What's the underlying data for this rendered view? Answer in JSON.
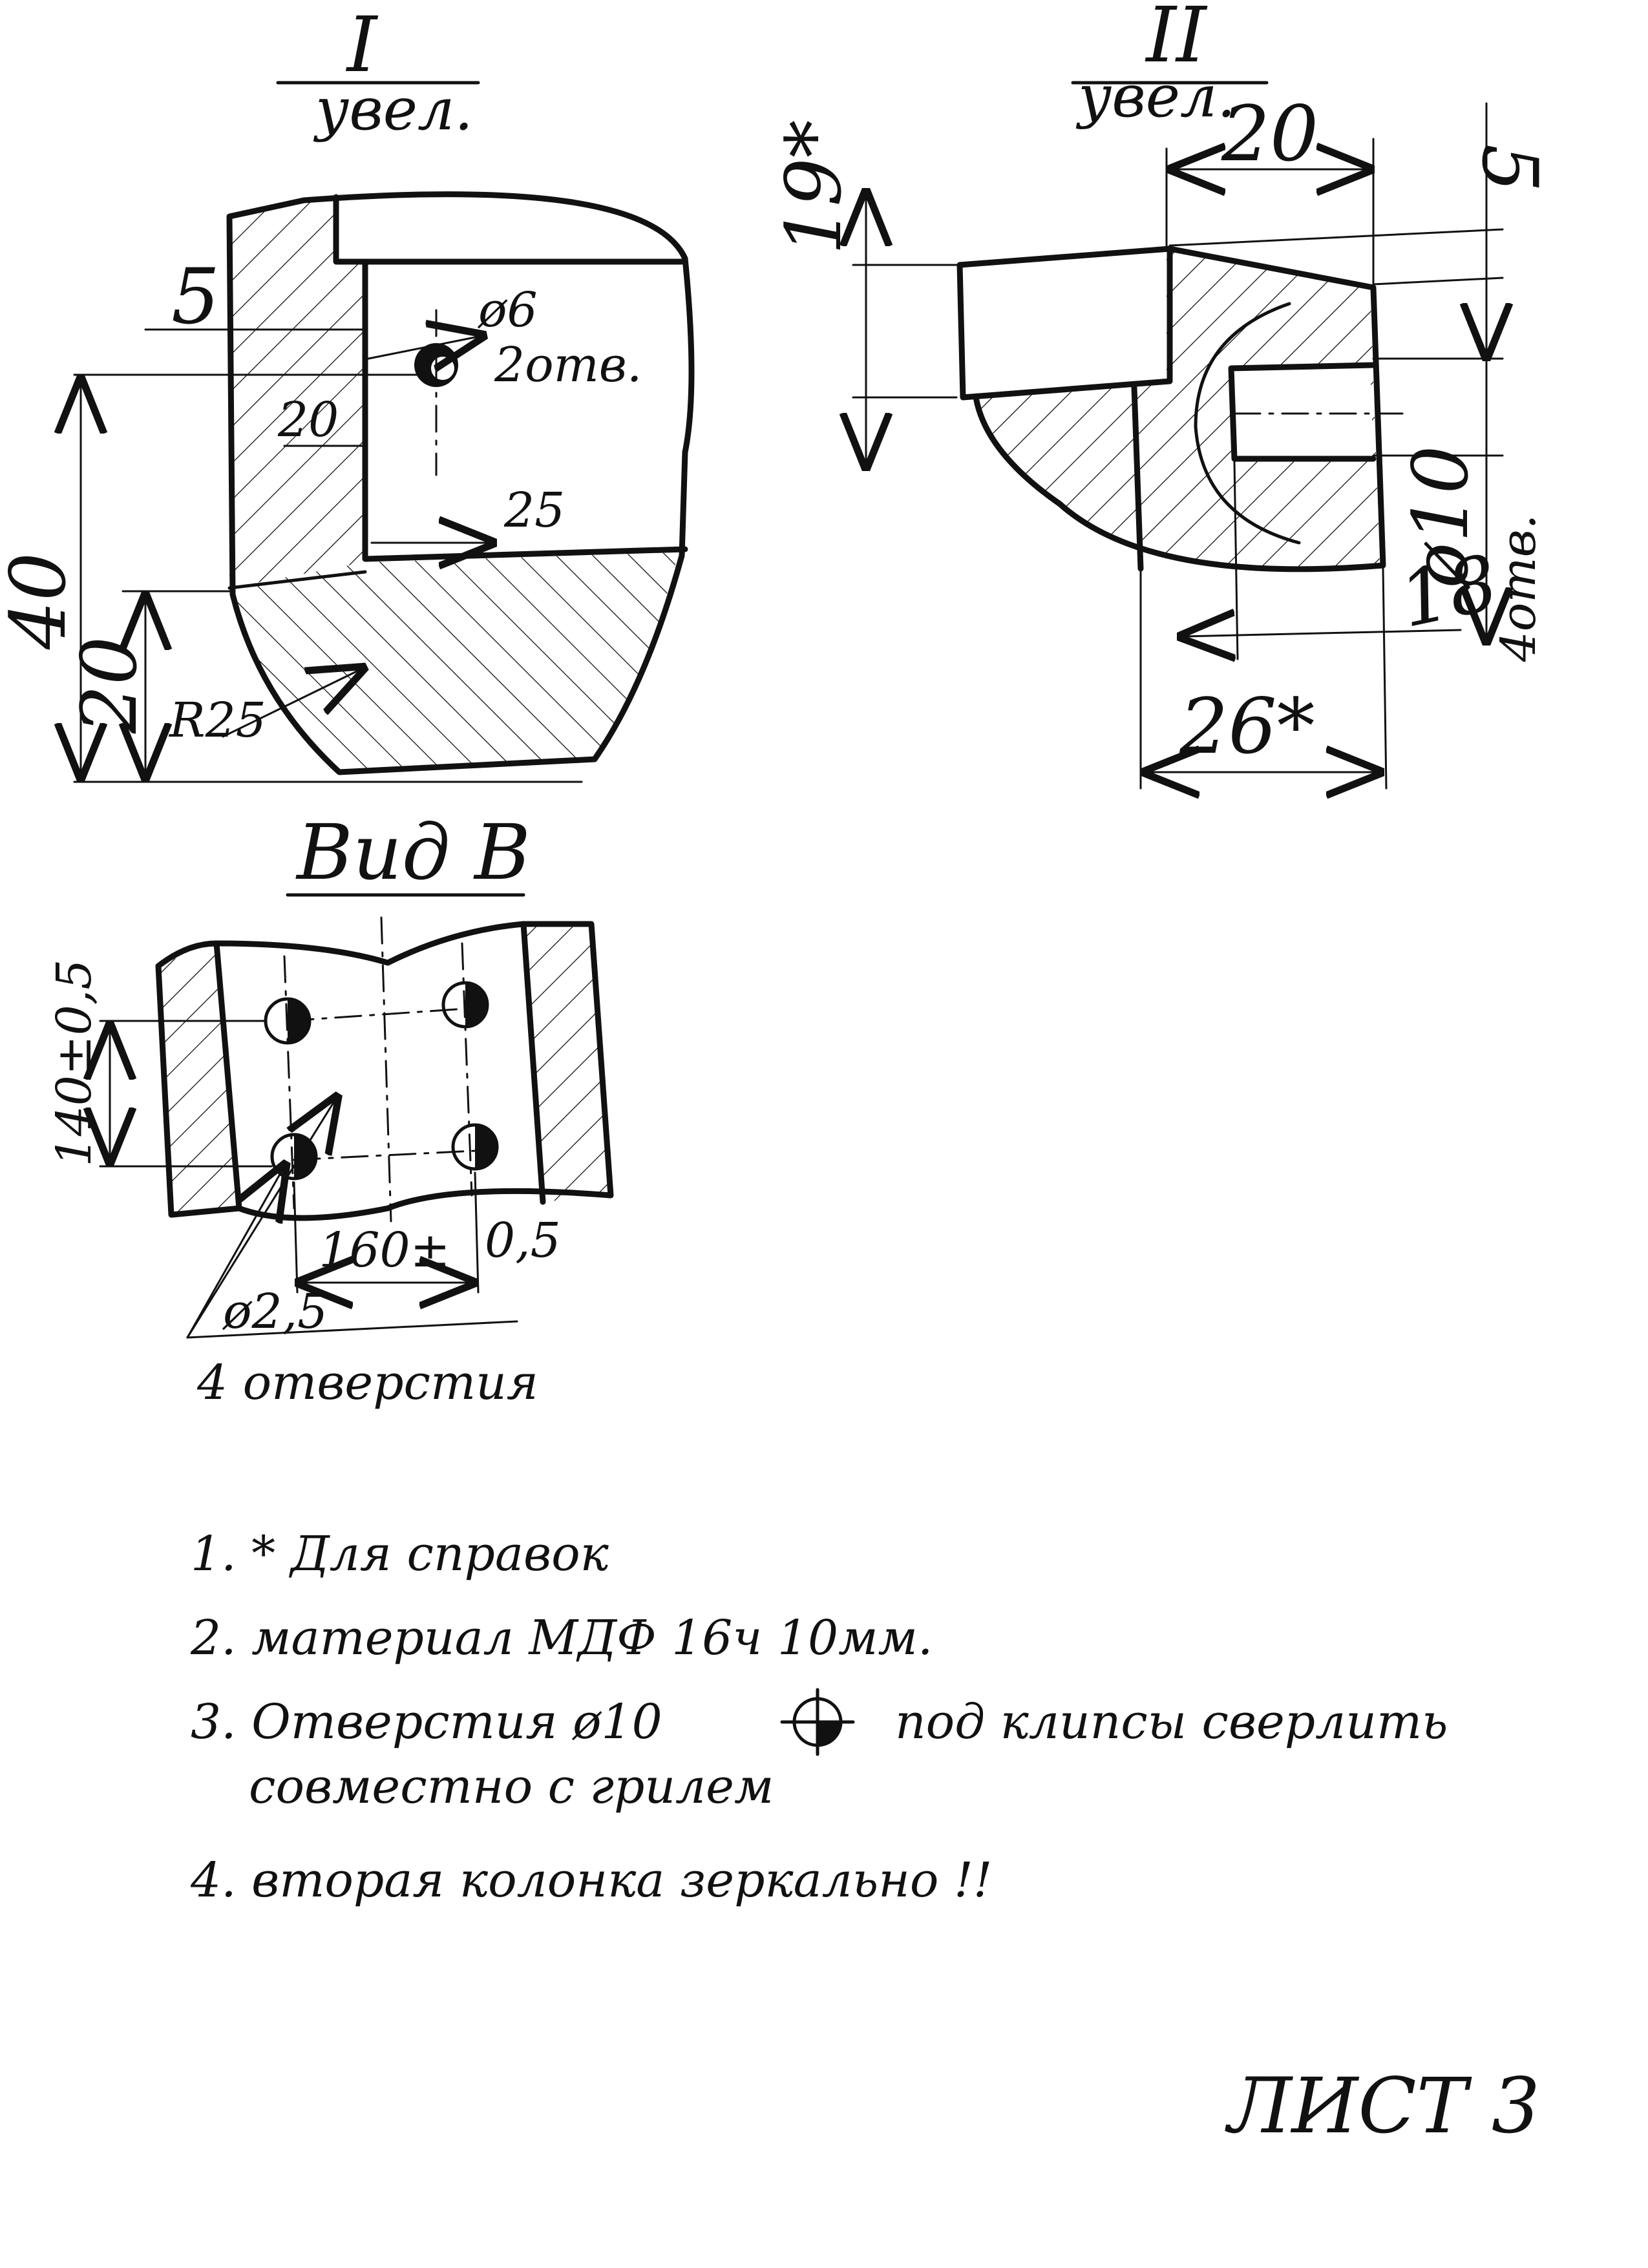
{
  "view_I": {
    "title": "I",
    "subtitle": "увел.",
    "dim_5": "5",
    "dim_hole": "ø6",
    "dim_hole_count": "2отв.",
    "dim_20_top": "20",
    "dim_25": "25",
    "dim_40": "40",
    "dim_20_left": "20",
    "dim_r25": "R25"
  },
  "view_II": {
    "title": "II",
    "subtitle": "увел.",
    "dim_20": "20",
    "dim_19": "19*",
    "dim_5": "5",
    "dim_d10": "ø10",
    "dim_holes": "4отв.",
    "dim_18": "18",
    "dim_26": "26*"
  },
  "view_B": {
    "title": "Вид В",
    "dim_140": "140±0,5",
    "dim_160": "160±",
    "dim_160_tol": "0,5",
    "dim_d25": "ø2,5",
    "holes_label": "4 отверстия"
  },
  "notes": [
    "1. * Для справок",
    "2. материал МДФ 16ч 10мм.",
    "3. Отверстия ø10",
    "под клипсы сверлить",
    "совместно с грилем",
    "4. вторая колонка зеркально !!"
  ],
  "sheet_label": "ЛИСТ 3"
}
